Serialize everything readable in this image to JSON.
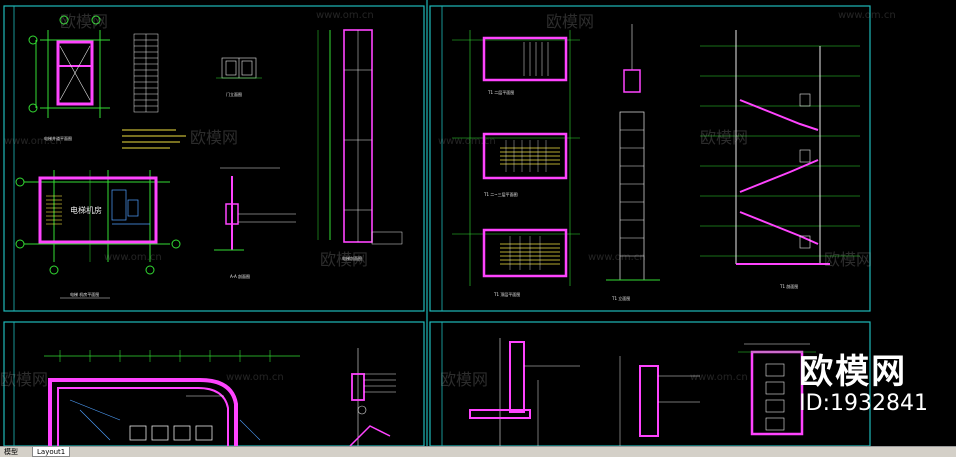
{
  "watermarks": {
    "brand_text": "欧模网",
    "url_text": "www.om.cn",
    "id_label": "ID:1932841"
  },
  "tabs": {
    "model": "模型",
    "layout1": "Layout1"
  },
  "drawing_labels": {
    "elevator_room": "电梯机房",
    "plan_title_1": "电梯  机房平面图",
    "plan_title_2": "楼梯平面图",
    "stair_title_1": "T1 二层平面图",
    "stair_title_2": "T1 二~三层平面图",
    "stair_title_3": "T1 顶层平面图",
    "section_title": "T1 剖面图",
    "elevation_title": "T1 立面图",
    "detail_title": "A-A 剖面图"
  },
  "colors": {
    "background": "#000000",
    "frame": "#1fb9b9",
    "wall": "#ff44ff",
    "line_green": "#33dd33",
    "line_white": "#e8e8e8",
    "line_yellow": "#f0e040",
    "tab_bar": "#d4d0c8"
  }
}
